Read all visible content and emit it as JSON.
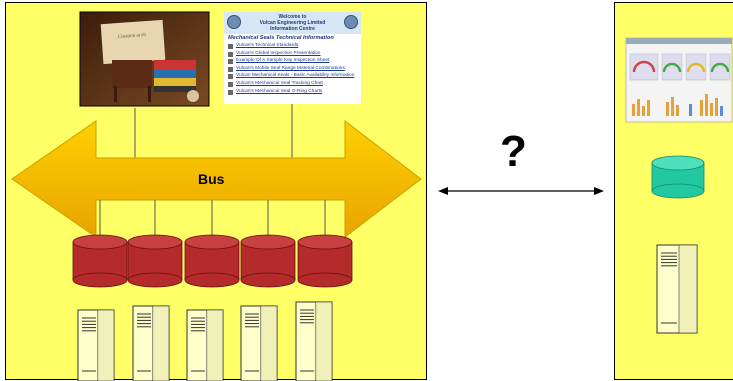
{
  "diagram": {
    "bus_label": "Bus",
    "question_mark": "?",
    "colors": {
      "panel": "#ffff66",
      "bus": "#f5b800",
      "database_left": "#b52a2a",
      "database_right": "#22c9a0",
      "server": "#ffffcc"
    }
  },
  "web_screenshot": {
    "title": "Welcome to\nVulcan Engineering Limited\nInformation Centre",
    "heading": "Mechanical Seals Technical Information",
    "links": [
      "Vulcan's Technical Standards",
      "Vulcan's Global Inspection Presentation",
      "Example Of A Sample Key Inspection Sheet",
      "Vulcan's Mobile Seal Range Material Combinations",
      "Vulcan Mechanical Seals - Basic Availability Information",
      "Vulcan's Mechanical Seal Tracking Chart",
      "Vulcan's Mechanical Seal O-Ring Charts"
    ]
  },
  "photo_screenshot": {
    "caption": "Creation at #1"
  }
}
